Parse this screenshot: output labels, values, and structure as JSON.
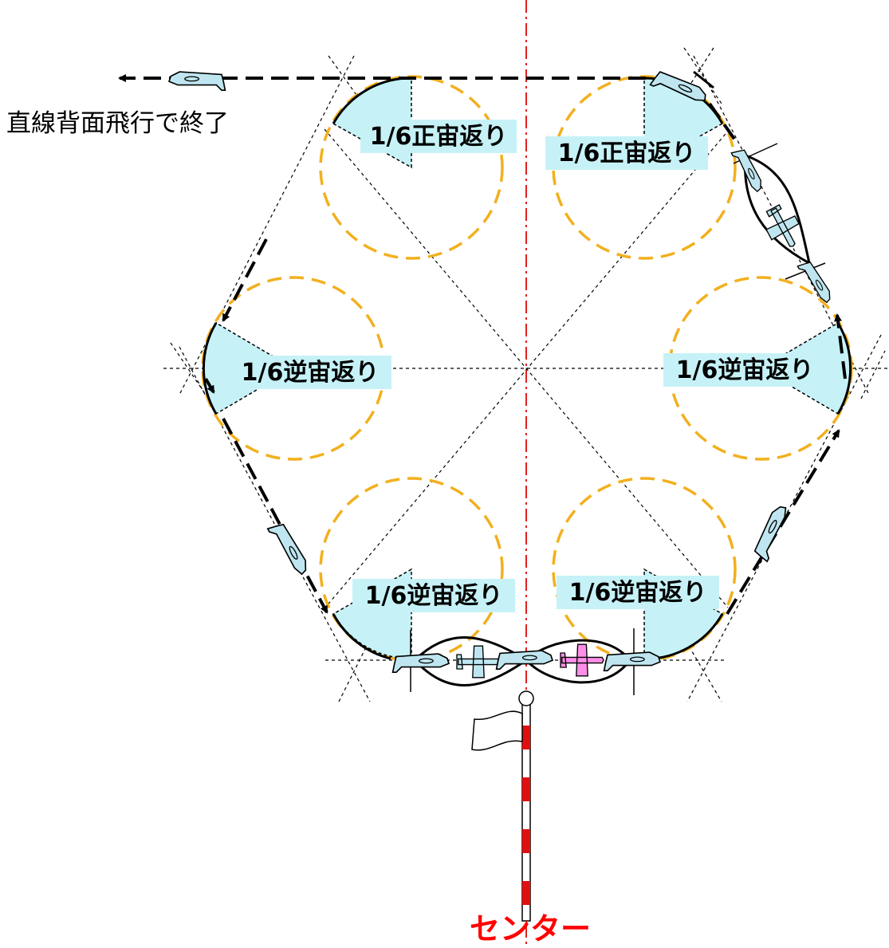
{
  "end_label": "直線背面飛行で終了",
  "center_label": "センター",
  "segments": {
    "top_left": "1/6正宙返り",
    "top_right": "1/6正宙返り",
    "mid_left": "1/6逆宙返り",
    "mid_right": "1/6逆宙返り",
    "bottom_left": "1/6逆宙返り",
    "bottom_right": "1/6逆宙返り"
  },
  "colors": {
    "loop_circle": "#f2b01e",
    "sector_fill": "#c6f2f7",
    "centerline": "#e02020",
    "plane_fill": "#bfe6f0",
    "plane_highlight": "#ff8ee8",
    "center_text": "#ff0000"
  }
}
